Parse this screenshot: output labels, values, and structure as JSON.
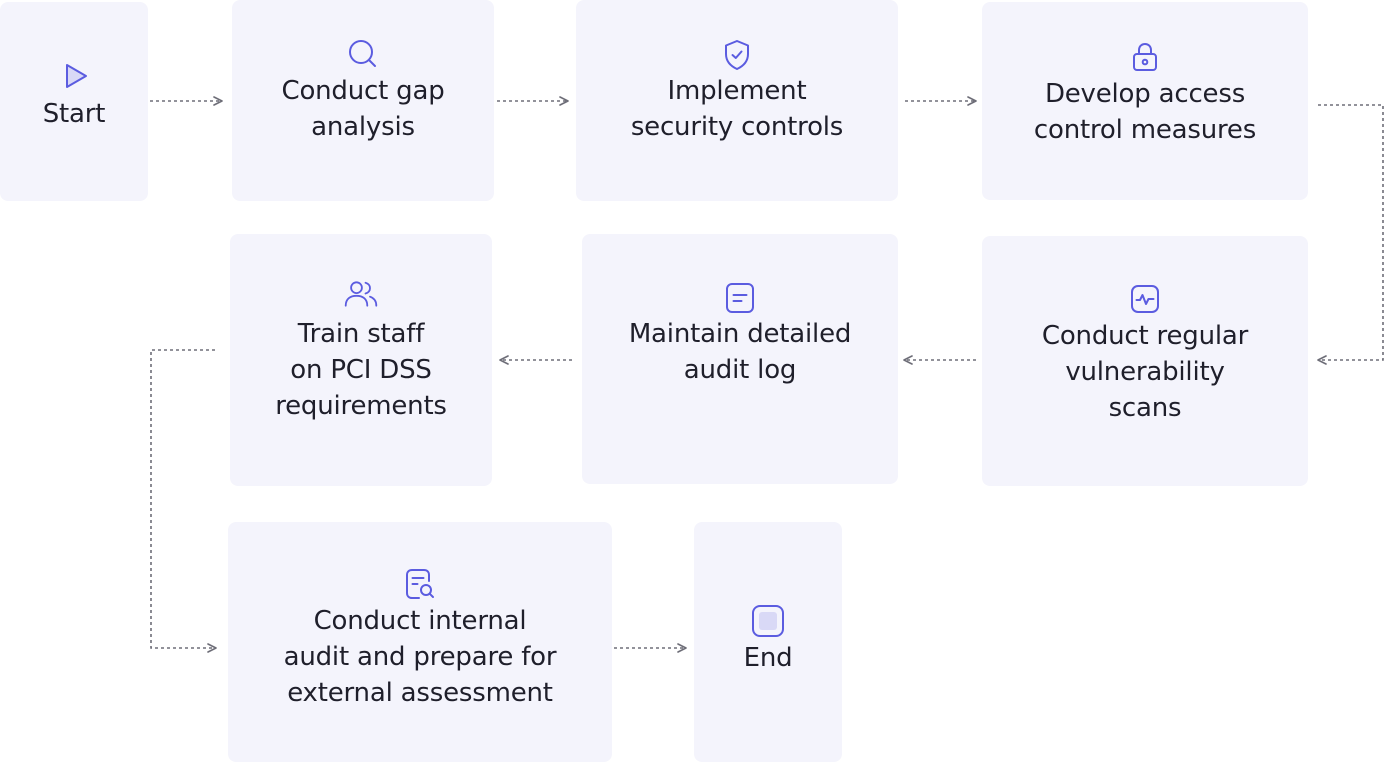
{
  "steps": {
    "start": {
      "label": "Start",
      "icon": "play-icon"
    },
    "gap": {
      "label": "Conduct gap\nanalysis",
      "icon": "search-icon"
    },
    "security": {
      "label": "Implement\nsecurity controls",
      "icon": "shield-check-icon"
    },
    "access": {
      "label": "Develop access\ncontrol measures",
      "icon": "lock-icon"
    },
    "scans": {
      "label": "Conduct regular\nvulnerability\nscans",
      "icon": "activity-monitor-icon"
    },
    "audit_log": {
      "label": "Maintain detailed\naudit log",
      "icon": "document-icon"
    },
    "train": {
      "label": "Train staff\non PCI DSS\nrequirements",
      "icon": "users-icon"
    },
    "internal_audit": {
      "label": "Conduct internal\naudit and prepare for\nexternal assessment",
      "icon": "document-search-icon"
    },
    "end": {
      "label": "End",
      "icon": "stop-icon"
    }
  },
  "colors": {
    "card_background": "#f4f4fc",
    "icon_stroke": "#5b5ce0",
    "icon_fill": "#d9d9f6",
    "text": "#1f1f2b",
    "connector": "#6e6e78"
  }
}
